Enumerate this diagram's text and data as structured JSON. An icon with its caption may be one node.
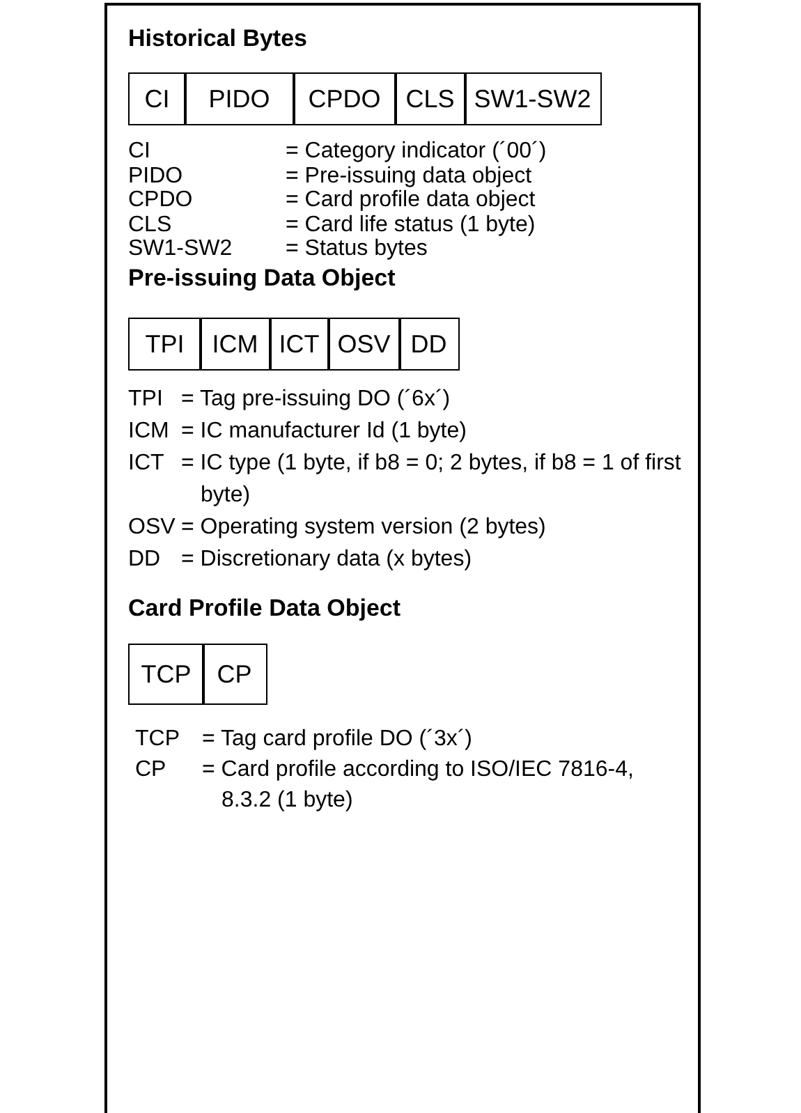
{
  "diagram": {
    "nodes": [
      {
        "text": [
          "CI"
        ]
      },
      {
        "text": [
          "PIDO"
        ]
      },
      {
        "text": [
          "CPDO"
        ]
      },
      {
        "text": [
          "CLS"
        ]
      },
      {
        "text": [
          "SW1-SW2"
        ]
      },
      {
        "text": [
          "TPI"
        ]
      },
      {
        "text": [
          "ICM"
        ]
      },
      {
        "text": [
          "ICT"
        ]
      },
      {
        "text": [
          "OSV"
        ]
      },
      {
        "text": [
          "DD"
        ]
      },
      {
        "text": [
          "TCP"
        ]
      },
      {
        "text": [
          "CP"
        ]
      }
    ],
    "labels": [
      "Historical Bytes",
      "CI",
      "= Category indicator (´00´)",
      "PIDO",
      "= Pre-issuing data object",
      "CPDO",
      "= Card profile data object",
      "CLS",
      "= Card life status (1 byte)",
      "SW1-SW2",
      "= Status bytes",
      "Pre-issuing Data Object",
      "TPI",
      "= Tag pre-issuing DO (´6x´)",
      "ICM",
      "= IC manufacturer Id (1 byte)",
      "ICT",
      "= IC type (1 byte, if b8 = 0; 2 bytes, if b8 = 1 of first byte)",
      "OSV",
      "= Operating system version (2 bytes)",
      "DD",
      "= Discretionary data (x bytes)",
      "Card Profile Data Object",
      "TCP",
      "= Tag card profile DO (´3x´)",
      "CP",
      "= Card profile according to ISO/IEC 7816-4, 8.3.2 (1 byte)"
    ]
  }
}
